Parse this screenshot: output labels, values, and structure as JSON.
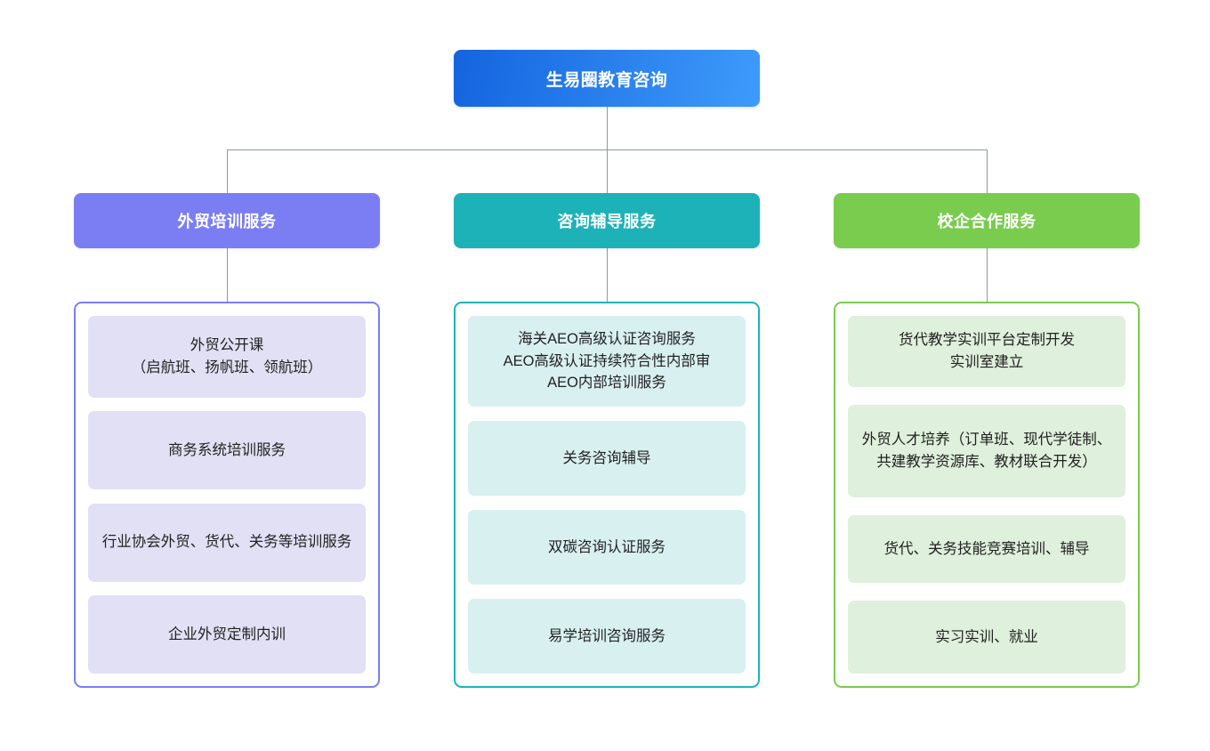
{
  "diagram": {
    "type": "organizational-tree",
    "root": {
      "label": "生易圈教育咨询",
      "gradient_from": "#1464df",
      "gradient_to": "#3e9bfa"
    },
    "connector_color": "#8d98a7",
    "columns": [
      {
        "id": "foreign-trade-training",
        "header": "外贸培训服务",
        "header_color": "#7b7ef2",
        "border_color": "#7b7ef2",
        "card_color": "#e2e0f5",
        "items": [
          "外贸公开课\n（启航班、扬帆班、领航班）",
          "商务系统培训服务",
          "行业协会外贸、货代、关务等培训服务",
          "企业外贸定制内训"
        ]
      },
      {
        "id": "consulting-tutoring",
        "header": "咨询辅导服务",
        "header_color": "#1cb2b8",
        "border_color": "#19b4ba",
        "card_color": "#d9f0f0",
        "items": [
          "海关AEO高级认证咨询服务\nAEO高级认证持续符合性内部审\nAEO内部培训服务",
          "关务咨询辅导",
          "双碳咨询认证服务",
          "易学培训咨询服务"
        ]
      },
      {
        "id": "school-enterprise-cooperation",
        "header": "校企合作服务",
        "header_color": "#79cc4e",
        "border_color": "#79cc4e",
        "card_color": "#dff0dc",
        "items": [
          "货代教学实训平台定制开发\n实训室建立",
          "外贸人才培养（订单班、现代学徒制、共建教学资源库、教材联合开发）",
          "货代、关务技能竞赛培训、辅导",
          "实习实训、就业"
        ]
      }
    ]
  }
}
